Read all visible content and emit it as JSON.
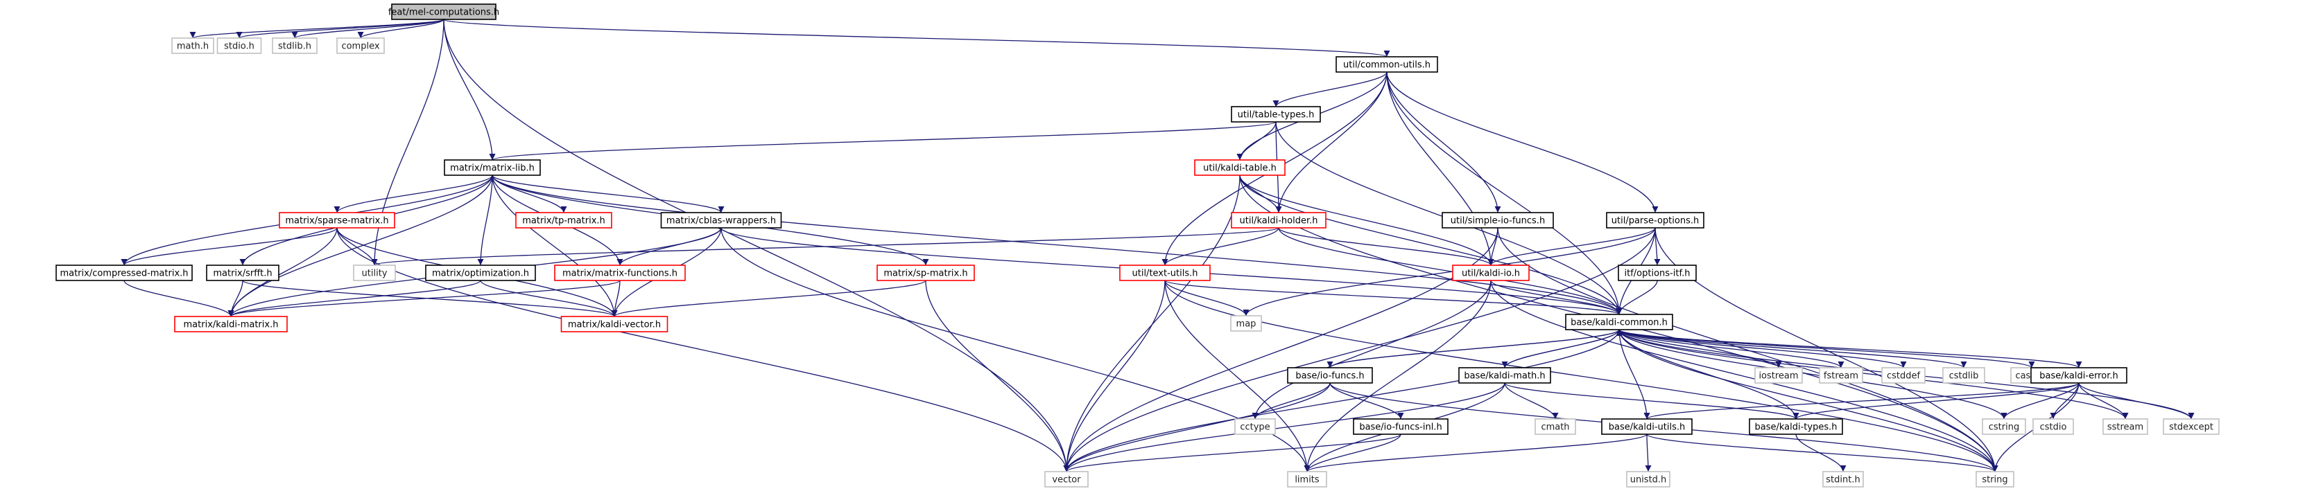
{
  "nodes": [
    {
      "id": "root",
      "label": "feat/mel-computations.h",
      "kind": "root"
    },
    {
      "id": "math",
      "label": "math.h",
      "kind": "std"
    },
    {
      "id": "stdio",
      "label": "stdio.h",
      "kind": "std"
    },
    {
      "id": "stdlib",
      "label": "stdlib.h",
      "kind": "std"
    },
    {
      "id": "complex",
      "label": "complex",
      "kind": "std"
    },
    {
      "id": "commonutils",
      "label": "util/common-utils.h",
      "kind": "file"
    },
    {
      "id": "tabletypes",
      "label": "util/table-types.h",
      "kind": "file"
    },
    {
      "id": "matrixlib",
      "label": "matrix/matrix-lib.h",
      "kind": "file"
    },
    {
      "id": "kalditable",
      "label": "util/kaldi-table.h",
      "kind": "trunc"
    },
    {
      "id": "sparsematrix",
      "label": "matrix/sparse-matrix.h",
      "kind": "trunc"
    },
    {
      "id": "tpmatrix",
      "label": "matrix/tp-matrix.h",
      "kind": "trunc"
    },
    {
      "id": "cblas",
      "label": "matrix/cblas-wrappers.h",
      "kind": "file"
    },
    {
      "id": "kaldiholder",
      "label": "util/kaldi-holder.h",
      "kind": "trunc"
    },
    {
      "id": "simpleio",
      "label": "util/simple-io-funcs.h",
      "kind": "file"
    },
    {
      "id": "parseoptions",
      "label": "util/parse-options.h",
      "kind": "file"
    },
    {
      "id": "compressed",
      "label": "matrix/compressed-matrix.h",
      "kind": "file"
    },
    {
      "id": "srfft",
      "label": "matrix/srfft.h",
      "kind": "file"
    },
    {
      "id": "utility",
      "label": "utility",
      "kind": "std"
    },
    {
      "id": "optimization",
      "label": "matrix/optimization.h",
      "kind": "file"
    },
    {
      "id": "matrixfunctions",
      "label": "matrix/matrix-functions.h",
      "kind": "trunc"
    },
    {
      "id": "spmatrix",
      "label": "matrix/sp-matrix.h",
      "kind": "trunc"
    },
    {
      "id": "textutils",
      "label": "util/text-utils.h",
      "kind": "trunc"
    },
    {
      "id": "kaldiio",
      "label": "util/kaldi-io.h",
      "kind": "trunc"
    },
    {
      "id": "itfoptions",
      "label": "itf/options-itf.h",
      "kind": "file"
    },
    {
      "id": "map",
      "label": "map",
      "kind": "std"
    },
    {
      "id": "kaldimatrix",
      "label": "matrix/kaldi-matrix.h",
      "kind": "trunc"
    },
    {
      "id": "kaldivector",
      "label": "matrix/kaldi-vector.h",
      "kind": "trunc"
    },
    {
      "id": "kaldicommon",
      "label": "base/kaldi-common.h",
      "kind": "file"
    },
    {
      "id": "iostream",
      "label": "iostream",
      "kind": "std"
    },
    {
      "id": "fstream",
      "label": "fstream",
      "kind": "std"
    },
    {
      "id": "cstddef",
      "label": "cstddef",
      "kind": "std"
    },
    {
      "id": "cstdlib",
      "label": "cstdlib",
      "kind": "std"
    },
    {
      "id": "cassert",
      "label": "cassert",
      "kind": "std"
    },
    {
      "id": "iofuncs",
      "label": "base/io-funcs.h",
      "kind": "file"
    },
    {
      "id": "kaldimath",
      "label": "base/kaldi-math.h",
      "kind": "file"
    },
    {
      "id": "kaldierror",
      "label": "base/kaldi-error.h",
      "kind": "file"
    },
    {
      "id": "cctype",
      "label": "cctype",
      "kind": "std"
    },
    {
      "id": "iofuncsinl",
      "label": "base/io-funcs-inl.h",
      "kind": "file"
    },
    {
      "id": "cmath",
      "label": "cmath",
      "kind": "std"
    },
    {
      "id": "kaldiutils",
      "label": "base/kaldi-utils.h",
      "kind": "file"
    },
    {
      "id": "kalditypes",
      "label": "base/kaldi-types.h",
      "kind": "file"
    },
    {
      "id": "cstring",
      "label": "cstring",
      "kind": "std"
    },
    {
      "id": "cstdio",
      "label": "cstdio",
      "kind": "std"
    },
    {
      "id": "sstream",
      "label": "sstream",
      "kind": "std"
    },
    {
      "id": "stdexcept",
      "label": "stdexcept",
      "kind": "std"
    },
    {
      "id": "vector",
      "label": "vector",
      "kind": "std"
    },
    {
      "id": "limits",
      "label": "limits",
      "kind": "std"
    },
    {
      "id": "unistd",
      "label": "unistd.h",
      "kind": "std"
    },
    {
      "id": "stdint",
      "label": "stdint.h",
      "kind": "std"
    },
    {
      "id": "string",
      "label": "string",
      "kind": "std"
    }
  ],
  "edges": [
    [
      "root",
      "math"
    ],
    [
      "root",
      "stdio"
    ],
    [
      "root",
      "stdlib"
    ],
    [
      "root",
      "complex"
    ],
    [
      "root",
      "commonutils"
    ],
    [
      "root",
      "matrixlib"
    ],
    [
      "root",
      "utility"
    ],
    [
      "root",
      "vector"
    ],
    [
      "commonutils",
      "tabletypes"
    ],
    [
      "commonutils",
      "kalditable"
    ],
    [
      "commonutils",
      "kaldiholder"
    ],
    [
      "commonutils",
      "simpleio"
    ],
    [
      "commonutils",
      "parseoptions"
    ],
    [
      "commonutils",
      "textutils"
    ],
    [
      "commonutils",
      "kaldiio"
    ],
    [
      "commonutils",
      "kaldicommon"
    ],
    [
      "tabletypes",
      "matrixlib"
    ],
    [
      "tabletypes",
      "kalditable"
    ],
    [
      "tabletypes",
      "kaldiholder"
    ],
    [
      "tabletypes",
      "kaldicommon"
    ],
    [
      "matrixlib",
      "sparsematrix"
    ],
    [
      "matrixlib",
      "tpmatrix"
    ],
    [
      "matrixlib",
      "cblas"
    ],
    [
      "matrixlib",
      "compressed"
    ],
    [
      "matrixlib",
      "srfft"
    ],
    [
      "matrixlib",
      "optimization"
    ],
    [
      "matrixlib",
      "matrixfunctions"
    ],
    [
      "matrixlib",
      "spmatrix"
    ],
    [
      "matrixlib",
      "kaldimatrix"
    ],
    [
      "matrixlib",
      "kaldivector"
    ],
    [
      "matrixlib",
      "kaldicommon"
    ],
    [
      "kalditable",
      "kaldiholder"
    ],
    [
      "kalditable",
      "vector"
    ],
    [
      "kalditable",
      "string"
    ],
    [
      "kalditable",
      "kaldicommon"
    ],
    [
      "kaldiholder",
      "utility"
    ],
    [
      "kaldiholder",
      "kaldiio"
    ],
    [
      "kaldiholder",
      "textutils"
    ],
    [
      "kaldiholder",
      "kaldicommon"
    ],
    [
      "sparsematrix",
      "utility"
    ],
    [
      "sparsematrix",
      "compressed"
    ],
    [
      "sparsematrix",
      "kaldimatrix"
    ],
    [
      "sparsematrix",
      "kaldivector"
    ],
    [
      "sparsematrix",
      "vector"
    ],
    [
      "cblas",
      "limits"
    ],
    [
      "cblas",
      "kaldimatrix"
    ],
    [
      "cblas",
      "kaldivector"
    ],
    [
      "cblas",
      "matrixfunctions"
    ],
    [
      "cblas",
      "kaldicommon"
    ],
    [
      "simpleio",
      "kaldiio"
    ],
    [
      "simpleio",
      "vector"
    ],
    [
      "simpleio",
      "string"
    ],
    [
      "parseoptions",
      "map"
    ],
    [
      "parseoptions",
      "itfoptions"
    ],
    [
      "parseoptions",
      "kaldicommon"
    ],
    [
      "parseoptions",
      "string"
    ],
    [
      "parseoptions",
      "vector"
    ],
    [
      "parseoptions",
      "kaldiio"
    ],
    [
      "compressed",
      "kaldimatrix"
    ],
    [
      "srfft",
      "kaldimatrix"
    ],
    [
      "srfft",
      "kaldivector"
    ],
    [
      "optimization",
      "kaldimatrix"
    ],
    [
      "optimization",
      "kaldivector"
    ],
    [
      "matrixfunctions",
      "kaldimatrix"
    ],
    [
      "matrixfunctions",
      "kaldivector"
    ],
    [
      "spmatrix",
      "kaldivector"
    ],
    [
      "spmatrix",
      "vector"
    ],
    [
      "textutils",
      "map"
    ],
    [
      "textutils",
      "vector"
    ],
    [
      "textutils",
      "limits"
    ],
    [
      "textutils",
      "kaldicommon"
    ],
    [
      "textutils",
      "string"
    ],
    [
      "kaldiio",
      "kaldicommon"
    ],
    [
      "kaldiio",
      "cctype"
    ],
    [
      "kaldiio",
      "limits"
    ],
    [
      "kaldiio",
      "string"
    ],
    [
      "itfoptions",
      "kaldicommon"
    ],
    [
      "kaldicommon",
      "iostream"
    ],
    [
      "kaldicommon",
      "fstream"
    ],
    [
      "kaldicommon",
      "cstddef"
    ],
    [
      "kaldicommon",
      "cstdlib"
    ],
    [
      "kaldicommon",
      "cassert"
    ],
    [
      "kaldicommon",
      "iofuncs"
    ],
    [
      "kaldicommon",
      "kaldimath"
    ],
    [
      "kaldicommon",
      "kaldierror"
    ],
    [
      "kaldicommon",
      "kaldiutils"
    ],
    [
      "kaldicommon",
      "kalditypes"
    ],
    [
      "kaldicommon",
      "string"
    ],
    [
      "kaldicommon",
      "vector"
    ],
    [
      "kaldicommon",
      "cstring"
    ],
    [
      "kaldicommon",
      "sstream"
    ],
    [
      "kaldicommon",
      "stdexcept"
    ],
    [
      "iofuncs",
      "cctype"
    ],
    [
      "iofuncs",
      "iofuncsinl"
    ],
    [
      "iofuncs",
      "vector"
    ],
    [
      "iofuncs",
      "string"
    ],
    [
      "iofuncs",
      "kaldicommon"
    ],
    [
      "kaldimath",
      "cmath"
    ],
    [
      "kaldimath",
      "limits"
    ],
    [
      "kaldimath",
      "vector"
    ],
    [
      "kaldimath",
      "kalditypes"
    ],
    [
      "kaldimath",
      "kaldicommon"
    ],
    [
      "kaldierror",
      "cstring"
    ],
    [
      "kaldierror",
      "cstdio"
    ],
    [
      "kaldierror",
      "sstream"
    ],
    [
      "kaldierror",
      "stdexcept"
    ],
    [
      "kaldierror",
      "string"
    ],
    [
      "kaldierror",
      "kalditypes"
    ],
    [
      "kaldierror",
      "kaldiutils"
    ],
    [
      "iofuncsinl",
      "vector"
    ],
    [
      "iofuncsinl",
      "limits"
    ],
    [
      "kaldiutils",
      "limits"
    ],
    [
      "kaldiutils",
      "string"
    ],
    [
      "kaldiutils",
      "unistd"
    ],
    [
      "kalditypes",
      "stdint"
    ],
    [
      "kalditable",
      "kaldiio"
    ]
  ],
  "colors": {
    "edge": "#191970",
    "root_fill": "#bfbfbf",
    "file_border": "#000000",
    "truncated_border": "#ff0000",
    "std_border": "#bfbfbf"
  }
}
